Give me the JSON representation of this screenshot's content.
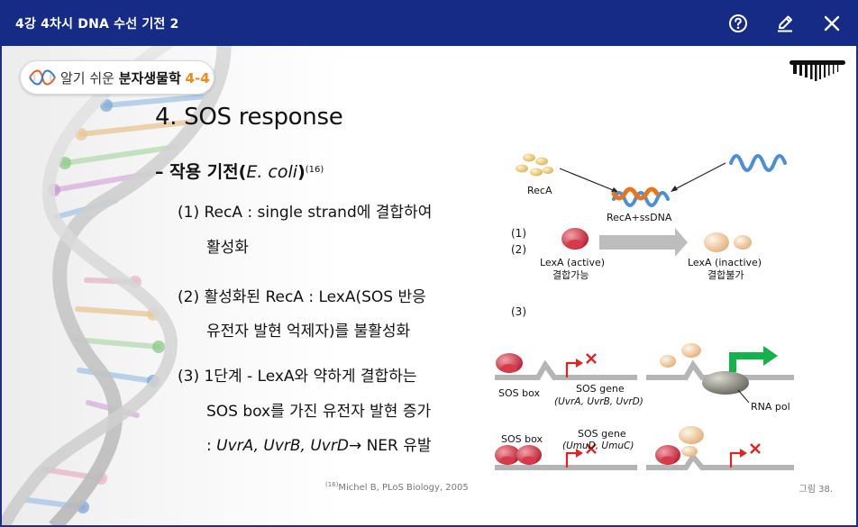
{
  "window": {
    "title": "4강 4차시 DNA 수선 기전 2"
  },
  "toolbar": {
    "help_icon": "question-circle-icon",
    "edit_icon": "pencil-icon",
    "close_icon": "close-icon"
  },
  "badge": {
    "prefix": "알기 쉬운 ",
    "course": "분자생물학",
    "number": "4-4"
  },
  "slide": {
    "heading": "4. SOS response",
    "sub_prefix": "– 작용 기전(",
    "sub_italic": "E. coli",
    "sub_suffix": ")",
    "sub_ref": "(16)",
    "p1_line1": "(1)  RecA : single strand에 결합하여",
    "p1_line2": "활성화",
    "p2_line1": "(2) 활성화된 RecA : LexA(SOS 반응",
    "p2_line2": "유전자 발현 억제자)를 불활성화",
    "p3_line1": "(3) 1단계  -  LexA와 약하게 결합하는",
    "p3_line2": "SOS box를 가진 유전자 발현 증가",
    "p3_line3_prefix": ": ",
    "p3_line3_italic": "UvrA, UvrB, UvrD",
    "p3_line3_suffix": "→ NER 유발",
    "citation_ref": "(16)",
    "citation_text": "Michel B, PLoS Biology, 2005",
    "figure_no": "그림 38."
  },
  "figure": {
    "recA": "RecA",
    "recA_ssDNA": "RecA+ssDNA",
    "step1": "(1)",
    "step2": "(2)",
    "lexA_active": "LexA (active)",
    "lexA_active_sub": "결합가능",
    "lexA_inactive": "LexA (inactive)",
    "lexA_inactive_sub": "결합불가",
    "step3": "(3)",
    "sos_box_1": "SOS box",
    "sos_gene_1": "SOS gene",
    "sos_gene_1_list": "(UvrA, UvrB, UvrD)",
    "rna_pol": "RNA pol",
    "sos_box_2": "SOS box",
    "sos_gene_2": "SOS gene",
    "sos_gene_2_list": "(UmuD, UmuC)"
  },
  "colors": {
    "titlebar": "#152b86",
    "accent_orange": "#f08a17",
    "lexA_red": "#c8283a",
    "arrow_green": "#13b24a",
    "ssdna_blue": "#4b8fd6"
  }
}
